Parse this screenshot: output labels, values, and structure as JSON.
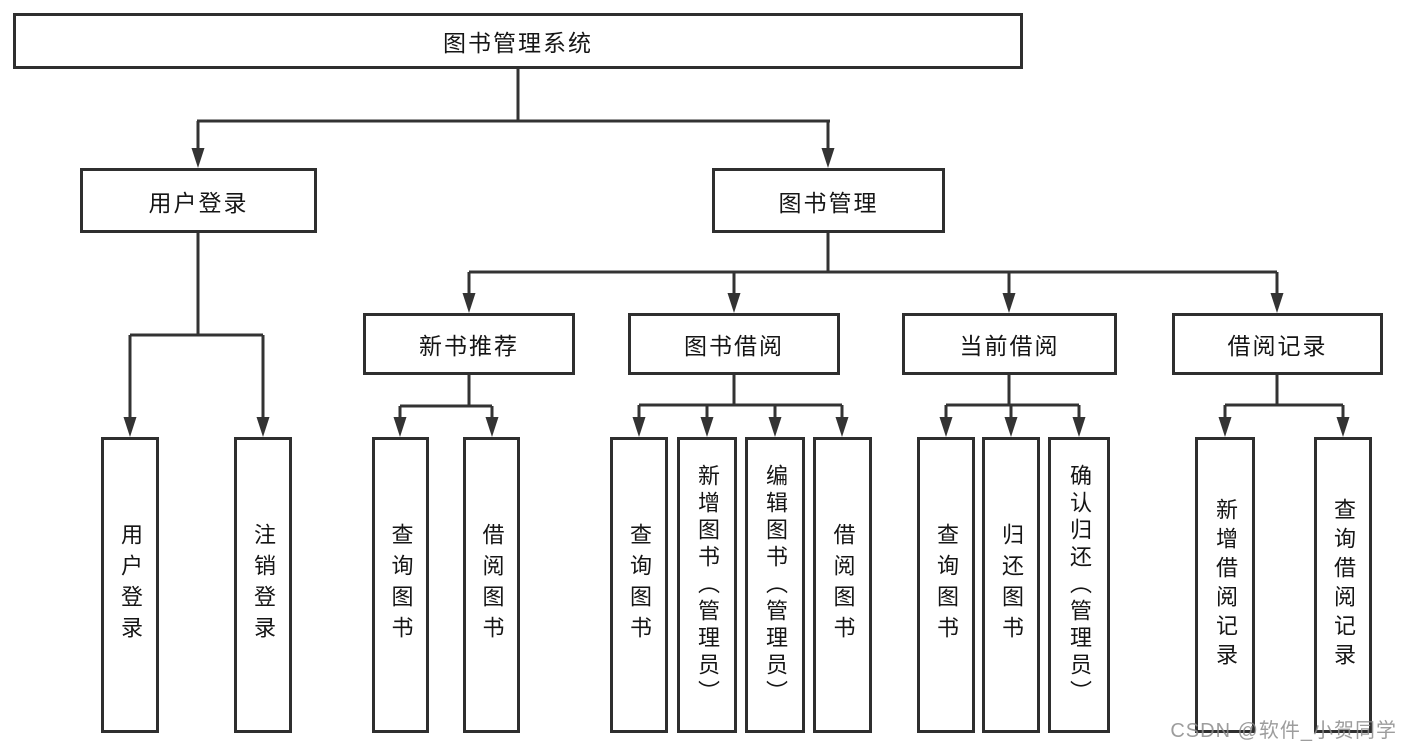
{
  "diagram": {
    "watermark": "CSDN @软件_小贺同学",
    "nodes": {
      "root": {
        "label": "图书管理系统"
      },
      "user_login": {
        "label": "用户登录"
      },
      "book_mgmt": {
        "label": "图书管理"
      },
      "new_book_rec": {
        "label": "新书推荐"
      },
      "book_borrow": {
        "label": "图书借阅"
      },
      "current_borrow": {
        "label": "当前借阅"
      },
      "borrow_record": {
        "label": "借阅记录"
      },
      "ul_login": {
        "label": "用户登录"
      },
      "ul_logout": {
        "label": "注销登录"
      },
      "rec_query": {
        "label": "查询图书"
      },
      "rec_borrow": {
        "label": "借阅图书"
      },
      "bb_query": {
        "label": "查询图书"
      },
      "bb_add": {
        "label": "新增图书（管理员）"
      },
      "bb_edit": {
        "label": "编辑图书（管理员）"
      },
      "bb_borrow": {
        "label": "借阅图书"
      },
      "cb_query": {
        "label": "查询图书"
      },
      "cb_return": {
        "label": "归还图书"
      },
      "cb_confirm": {
        "label": "确认归还（管理员）"
      },
      "br_add": {
        "label": "新增借阅记录"
      },
      "br_query": {
        "label": "查询借阅记录"
      }
    },
    "edges": [
      {
        "from": "root",
        "to": "user_login"
      },
      {
        "from": "root",
        "to": "book_mgmt"
      },
      {
        "from": "user_login",
        "to": "ul_login"
      },
      {
        "from": "user_login",
        "to": "ul_logout"
      },
      {
        "from": "book_mgmt",
        "to": "new_book_rec"
      },
      {
        "from": "book_mgmt",
        "to": "book_borrow"
      },
      {
        "from": "book_mgmt",
        "to": "current_borrow"
      },
      {
        "from": "book_mgmt",
        "to": "borrow_record"
      },
      {
        "from": "new_book_rec",
        "to": "rec_query"
      },
      {
        "from": "new_book_rec",
        "to": "rec_borrow"
      },
      {
        "from": "book_borrow",
        "to": "bb_query"
      },
      {
        "from": "book_borrow",
        "to": "bb_add"
      },
      {
        "from": "book_borrow",
        "to": "bb_edit"
      },
      {
        "from": "book_borrow",
        "to": "bb_borrow"
      },
      {
        "from": "current_borrow",
        "to": "cb_query"
      },
      {
        "from": "current_borrow",
        "to": "cb_return"
      },
      {
        "from": "current_borrow",
        "to": "cb_confirm"
      },
      {
        "from": "borrow_record",
        "to": "br_add"
      },
      {
        "from": "borrow_record",
        "to": "br_query"
      }
    ],
    "colors": {
      "line": "#333333",
      "border": "#2f2f2f",
      "text": "#151515",
      "watermark": "#8c8c8c",
      "background": "#ffffff"
    }
  }
}
